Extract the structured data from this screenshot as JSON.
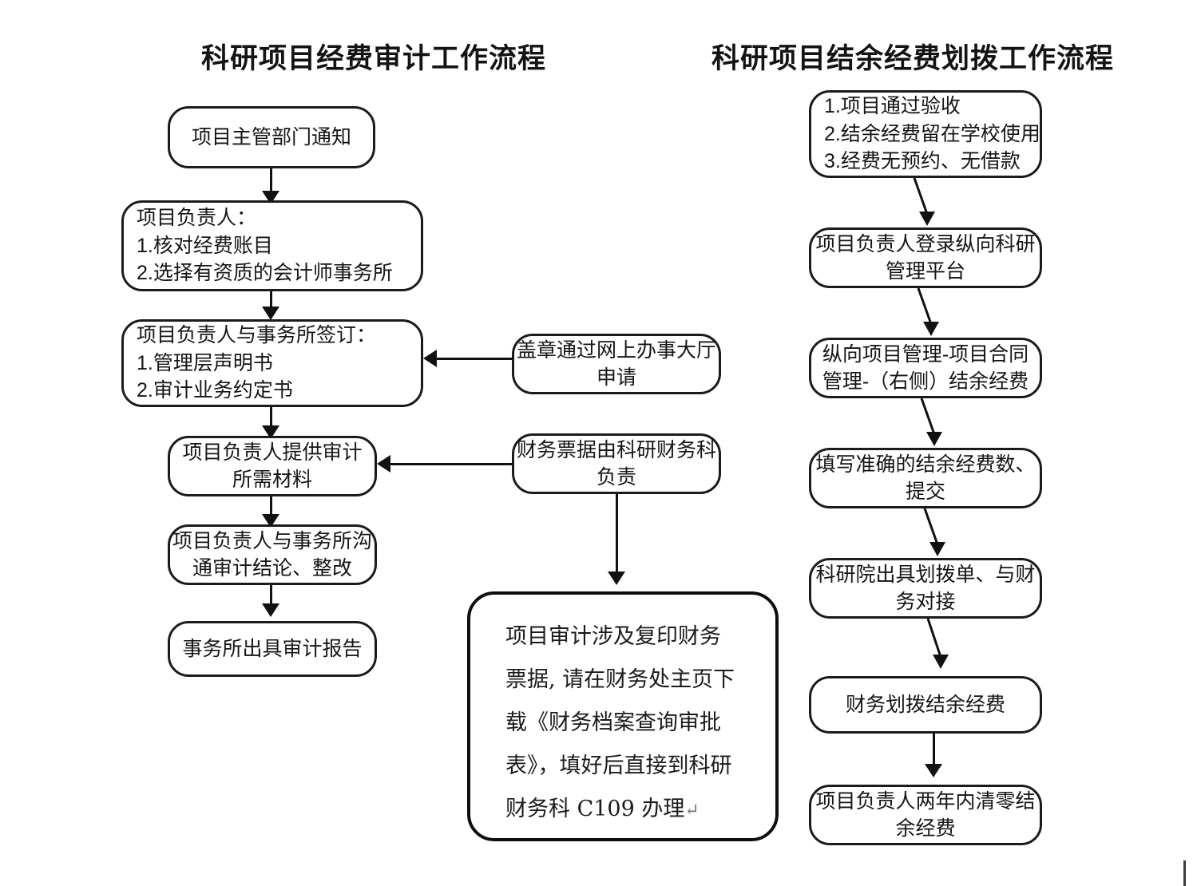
{
  "page": {
    "background_color": "#ffffff",
    "line_color": "#111111",
    "text_color": "#151515"
  },
  "titles": {
    "left": "科研项目经费审计工作流程",
    "right": "科研项目结余经费划拨工作流程"
  },
  "left_flow": {
    "nodes": [
      {
        "id": "l1",
        "lines": [
          "项目主管部门通知"
        ]
      },
      {
        "id": "l2",
        "lines": [
          "项目负责人：",
          "1.核对经费账目",
          "2.选择有资质的会计师事务所"
        ]
      },
      {
        "id": "l3",
        "lines": [
          "项目负责人与事务所签订：",
          "1.管理层声明书",
          "2.审计业务约定书"
        ]
      },
      {
        "id": "l4",
        "lines": [
          "项目负责人提供审计",
          "所需材料"
        ]
      },
      {
        "id": "l5",
        "lines": [
          "项目负责人与事务所沟",
          "通审计结论、整改"
        ]
      },
      {
        "id": "l6",
        "lines": [
          "事务所出具审计报告"
        ]
      }
    ]
  },
  "middle_flow": {
    "nodes": [
      {
        "id": "m1",
        "lines": [
          "盖章通过网上办事大厅",
          "申请"
        ]
      },
      {
        "id": "m2",
        "lines": [
          "财务票据由科研财务科",
          "负责"
        ]
      }
    ],
    "note": {
      "lines": [
        "项目审计涉及复印财务",
        "票据, 请在财务处主页下",
        "载《财务档案查询审批",
        "表》，填好后直接到科研",
        "财务科 C109 办理"
      ],
      "pilcrow": "↵"
    }
  },
  "right_flow": {
    "nodes": [
      {
        "id": "r1",
        "lines": [
          "1.项目通过验收",
          "2.结余经费留在学校使用",
          "3.经费无预约、无借款"
        ]
      },
      {
        "id": "r2",
        "lines": [
          "项目负责人登录纵向科研",
          "管理平台"
        ]
      },
      {
        "id": "r3",
        "lines": [
          "纵向项目管理-项目合同",
          "管理-（右侧）结余经费"
        ]
      },
      {
        "id": "r4",
        "lines": [
          "填写准确的结余经费数、",
          "提交"
        ]
      },
      {
        "id": "r5",
        "lines": [
          "科研院出具划拨单、与财",
          "务对接"
        ]
      },
      {
        "id": "r6",
        "lines": [
          "财务划拨结余经费"
        ]
      },
      {
        "id": "r7",
        "lines": [
          "项目负责人两年内清零结",
          "余经费"
        ]
      }
    ]
  }
}
